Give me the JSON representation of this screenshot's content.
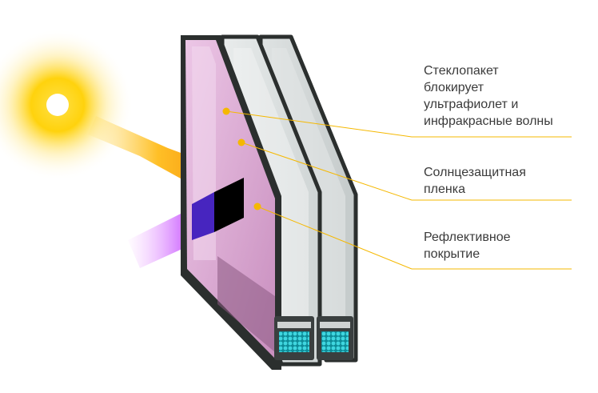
{
  "callouts": [
    {
      "text": "Стеклопакет\nблокирует\nультрафиолет и\nинфракрасные волны"
    },
    {
      "text": "Солнцезащитная\nпленка"
    },
    {
      "text": "Рефлективное\nпокрытие"
    }
  ],
  "colors": {
    "accent": "#f5b800",
    "sun_core": "#ffffff",
    "sun_glow": "#ffd400",
    "film_pink": "#e7b8dc",
    "frame_dark": "#2b2f2e",
    "desiccant": "#28c4cf",
    "text": "#3a3a3a"
  }
}
